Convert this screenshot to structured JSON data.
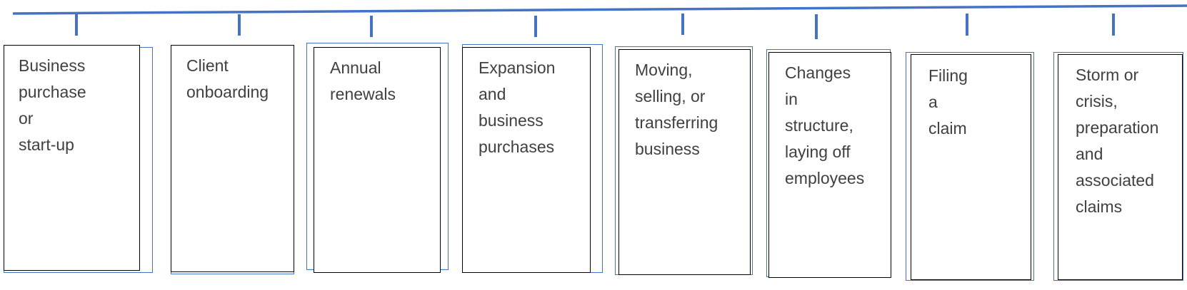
{
  "colors": {
    "line": "#4472c4",
    "box_border": "#000000",
    "text": "#404040"
  },
  "stages": [
    {
      "label": "Business\npurchase or\nstart-up"
    },
    {
      "label": "Client\nonboarding"
    },
    {
      "label": "Annual\nrenewals"
    },
    {
      "label": "Expansion\nand\nbusiness\npurchases"
    },
    {
      "label": "Moving,\nselling, or\ntransferring\nbusiness"
    },
    {
      "label": "Changes in\nstructure,\nlaying off\nemployees"
    },
    {
      "label": "Filing a\nclaim"
    },
    {
      "label": "Storm or\ncrisis,\npreparation\nand\nassociated\nclaims"
    }
  ]
}
